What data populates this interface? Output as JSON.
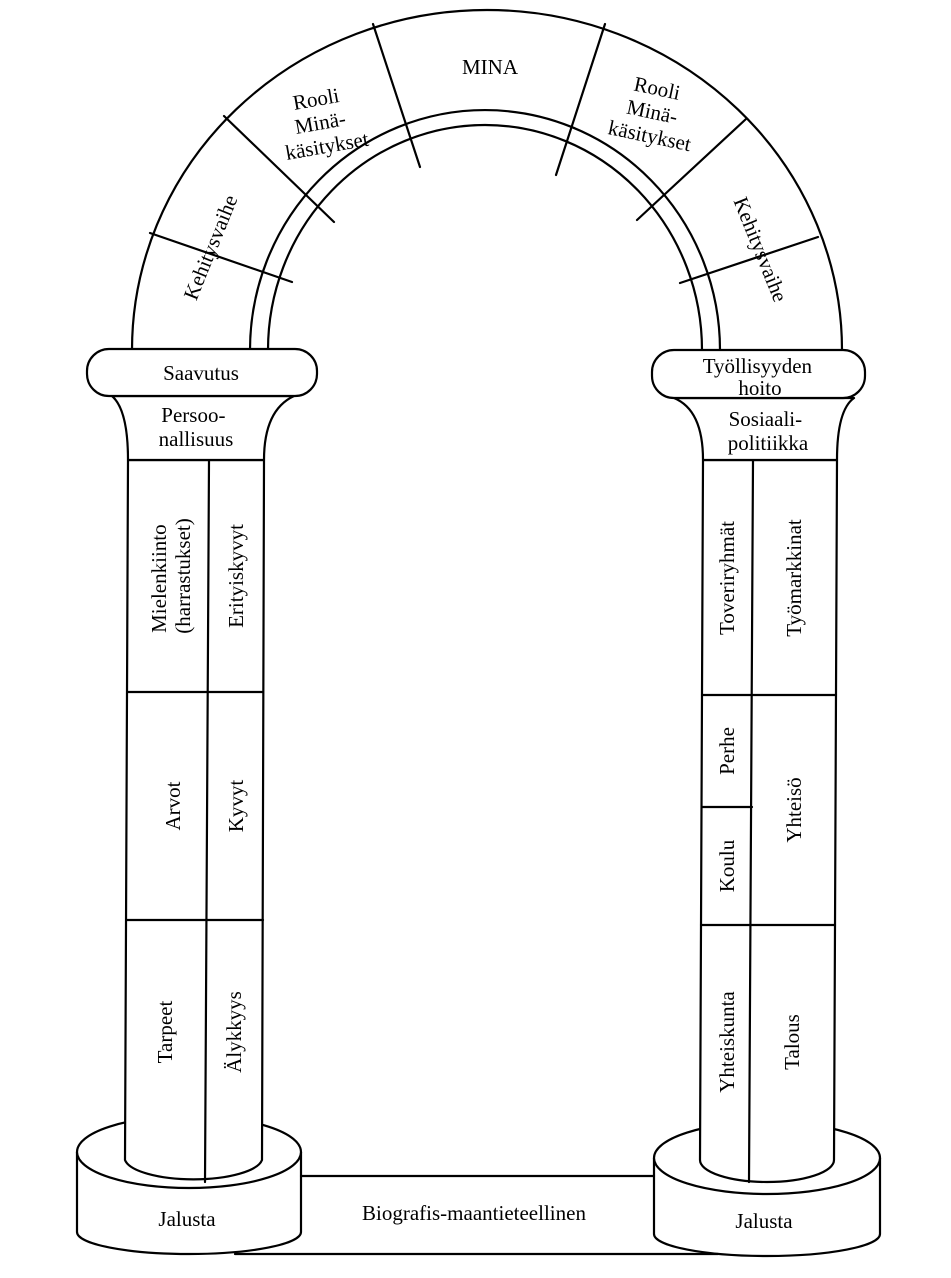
{
  "arch": {
    "top": "MINA",
    "left_upper": [
      "Rooli",
      "Minä-",
      "käsitykset"
    ],
    "right_upper": [
      "Rooli",
      "Minä-",
      "käsitykset"
    ],
    "left_lower": "Kehitysvaihe",
    "right_lower": "Kehitysvaihe"
  },
  "left_pillar": {
    "capital": "Saavutus",
    "neck": [
      "Persoo-",
      "nallisuus"
    ],
    "col1": [
      "Mielenkiinto",
      "(harrastukset)"
    ],
    "col2": "Erityiskyvyt",
    "col3": "Arvot",
    "col4": "Kyvyt",
    "col5": "Tarpeet",
    "col6": "Älykkyys",
    "base": "Jalusta"
  },
  "right_pillar": {
    "capital": [
      "Työllisyyden",
      "hoito"
    ],
    "neck": [
      "Sosiaali-",
      "politiikka"
    ],
    "col1": "Toveriryhmät",
    "col2": "Työmarkkinat",
    "col3": "Perhe",
    "col4": "Koulu",
    "col5": "Yhteisö",
    "col6": "Yhteiskunta",
    "col7": "Talous",
    "base": "Jalusta"
  },
  "floor": "Biografis-maantieteellinen"
}
